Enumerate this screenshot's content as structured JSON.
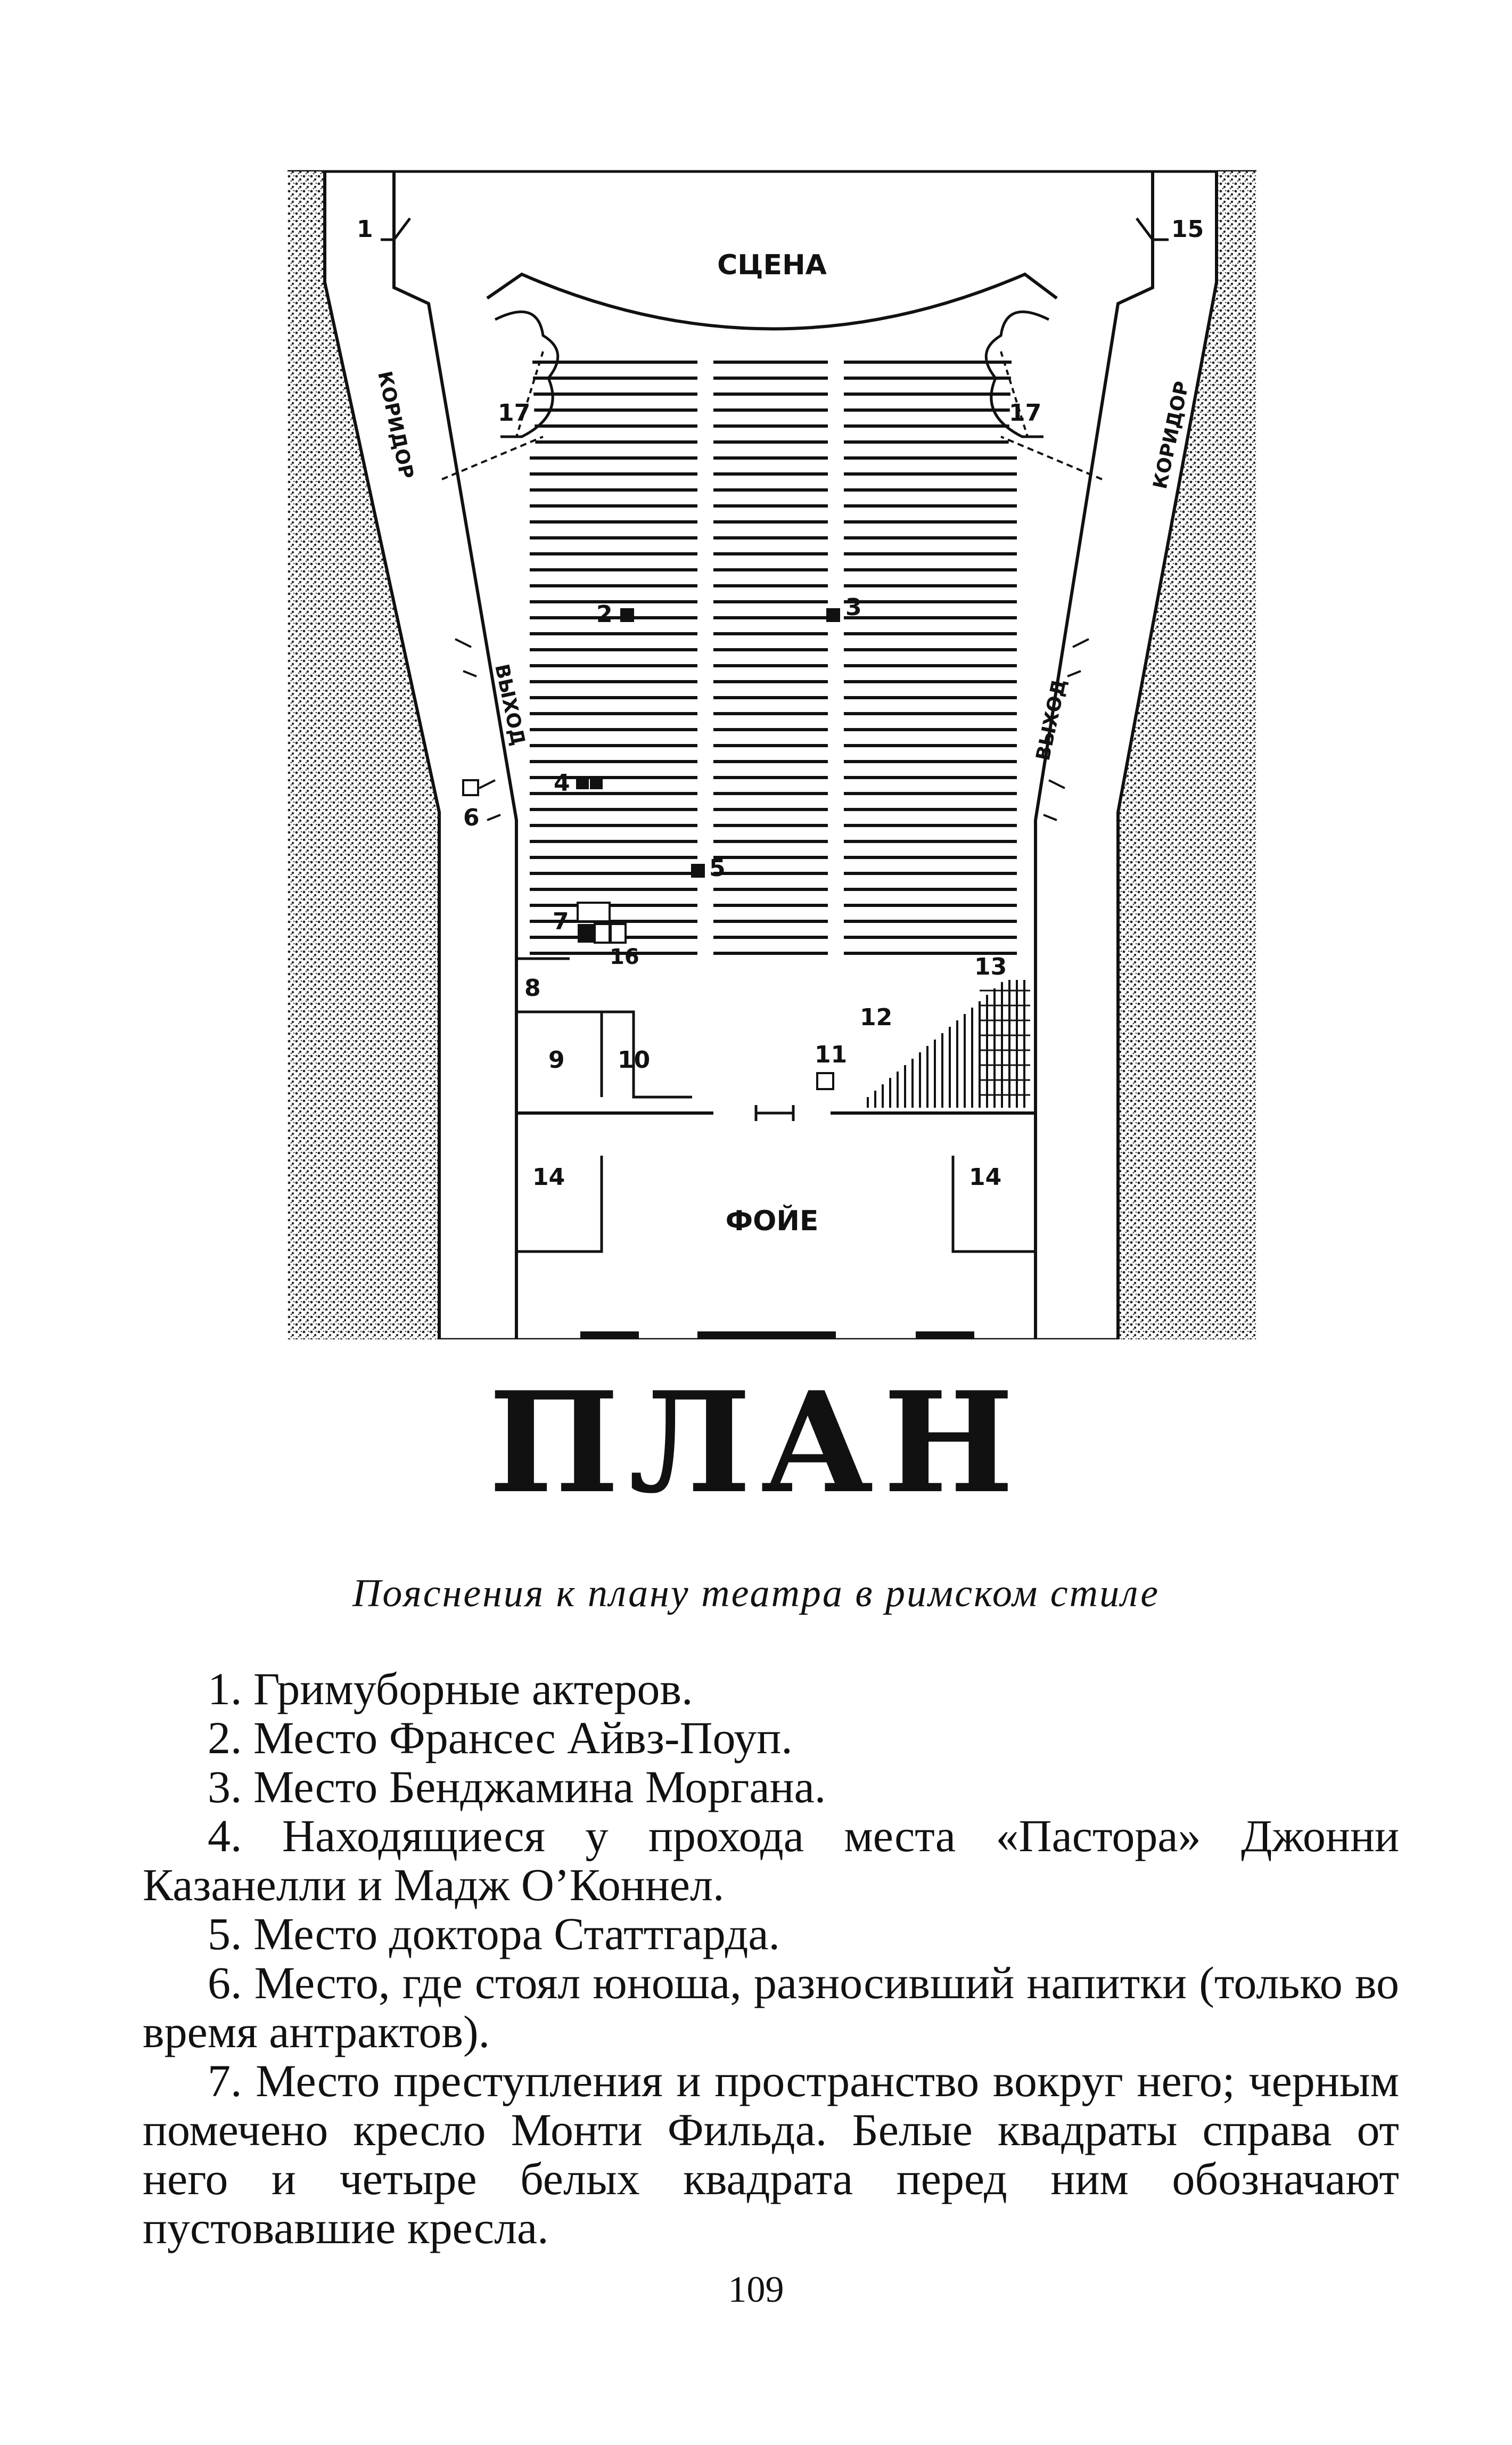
{
  "plan": {
    "stage": "СЦЕНА",
    "foyer": "ФОЙЕ",
    "corridor_left": "КОРИДОР",
    "corridor_right": "КОРИДОР",
    "exit_left": "ВЫХОД",
    "exit_right": "ВЫХОД",
    "markers": {
      "m1": "1",
      "m2": "2",
      "m3": "3",
      "m4": "4",
      "m5": "5",
      "m6": "6",
      "m7": "7",
      "m8": "8",
      "m9": "9",
      "m10": "10",
      "m11": "11",
      "m12": "12",
      "m13": "13",
      "m14a": "14",
      "m14b": "14",
      "m15": "15",
      "m16": "16",
      "m17a": "17",
      "m17b": "17"
    }
  },
  "title": "ПЛАН",
  "caption": "Пояснения к плану театра в римском стиле",
  "legend": [
    "1. Гримуборные актеров.",
    "2. Место Франсес Айвз-Поуп.",
    "3. Место Бенджамина Моргана.",
    "4. Находящиеся у прохода места «Пастора» Джонни Казанелли и Мадж О’Коннел.",
    "5. Место доктора Статтгарда.",
    "6. Место, где стоял юноша, разносивший напитки (только во время антрактов).",
    "7. Место преступления и пространство вокруг него; черным помечено кресло Монти Фильда. Белые квадраты справа от него и четыре белых квадрата перед ним обозначают пустовавшие кресла."
  ],
  "page_number": "109"
}
